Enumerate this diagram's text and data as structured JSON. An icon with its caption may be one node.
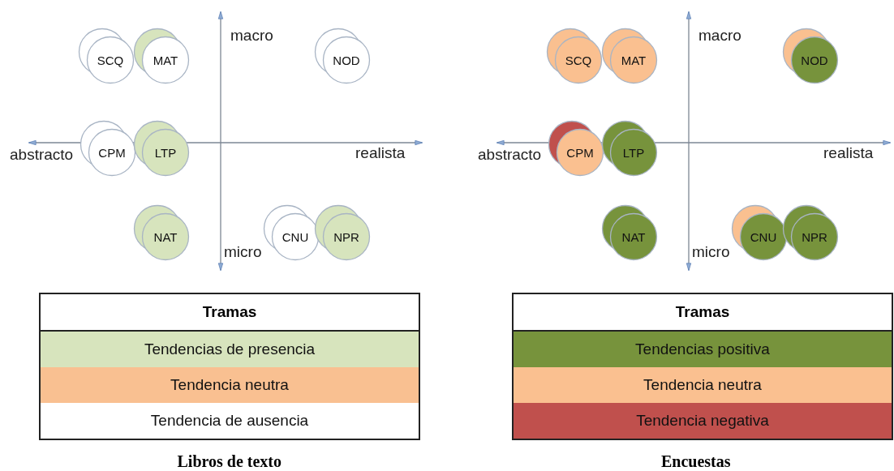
{
  "diagram": {
    "nodes": [
      {
        "text": [
          "SCQ"
        ]
      },
      {
        "text": [
          "MAT"
        ]
      },
      {
        "text": [
          "NOD"
        ]
      },
      {
        "text": [
          "CPM"
        ]
      },
      {
        "text": [
          "LTP"
        ]
      },
      {
        "text": [
          "NAT"
        ]
      },
      {
        "text": [
          "CNU"
        ]
      },
      {
        "text": [
          "NPR"
        ]
      },
      {
        "text": [
          "SCQ"
        ]
      },
      {
        "text": [
          "MAT"
        ]
      },
      {
        "text": [
          "NOD"
        ]
      },
      {
        "text": [
          "CPM"
        ]
      },
      {
        "text": [
          "LTP"
        ]
      },
      {
        "text": [
          "NAT"
        ]
      },
      {
        "text": [
          "CNU"
        ]
      },
      {
        "text": [
          "NPR"
        ]
      }
    ],
    "edges": [],
    "labels": [
      "macro",
      "abstracto",
      "realista",
      "micro",
      "macro",
      "abstracto",
      "realista",
      "micro",
      "Tramas",
      "Tramas",
      "Libros de texto",
      "Encuestas"
    ],
    "legend": [
      {
        "text": "Tendencias de presencia",
        "color": "#d7e4bd"
      },
      {
        "text": "Tendencia neutra",
        "color": "#f9c091"
      },
      {
        "text": "Tendencia de ausencia",
        "color": "#ffffff"
      },
      {
        "text": "Tendencias positiva",
        "color": "#77933c"
      },
      {
        "text": "Tendencia neutra",
        "color": "#fac090"
      },
      {
        "text": "Tendencia negativa",
        "color": "#c0504d"
      }
    ]
  }
}
